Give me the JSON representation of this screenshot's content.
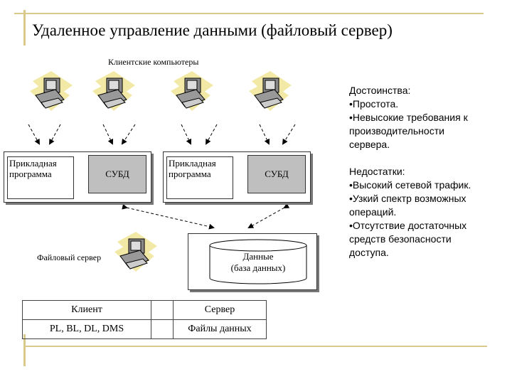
{
  "title": "Удаленное управление данными (файловый сервер)",
  "labels": {
    "clients": "Клиентские компьютеры",
    "file_server": "Файловый сервер",
    "app_program_line1": "Прикладная",
    "app_program_line2": "программа",
    "dbms": "СУБД",
    "data_line1": "Данные",
    "data_line2": "(база данных)"
  },
  "advantages": {
    "heading": "Достоинства:",
    "items": [
      "•Простота.",
      "•Невысокие требования к",
      "производительности",
      "сервера."
    ]
  },
  "disadvantages": {
    "heading": "Недостатки:",
    "items": [
      "•Высокий сетевой трафик.",
      "•Узкий спектр возможных",
      "операций.",
      "•Отсутствие достаточных",
      "средств безопасности",
      "доступа."
    ]
  },
  "table": {
    "client_header": "Клиент",
    "server_header": "Сервер",
    "client_value": "PL, BL, DL, DMS",
    "server_value": "Файлы данных"
  },
  "colors": {
    "accent_line": "#d9c98a",
    "pc_bg": "#f3e9a6",
    "grey_box": "#bfbfbf"
  }
}
